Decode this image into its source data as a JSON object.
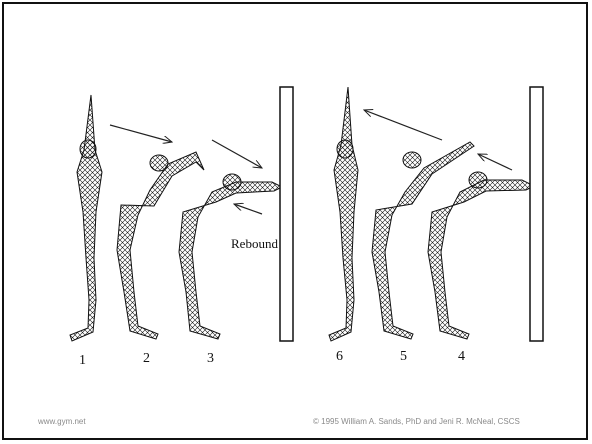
{
  "figure": {
    "annotation": "Rebound",
    "figure_numbers": [
      "1",
      "2",
      "3",
      "6",
      "5",
      "4"
    ]
  },
  "footer": {
    "left": "www.gym.net",
    "right": "© 1995 William A. Sands, PhD and Jeni R. McNeal, CSCS"
  }
}
